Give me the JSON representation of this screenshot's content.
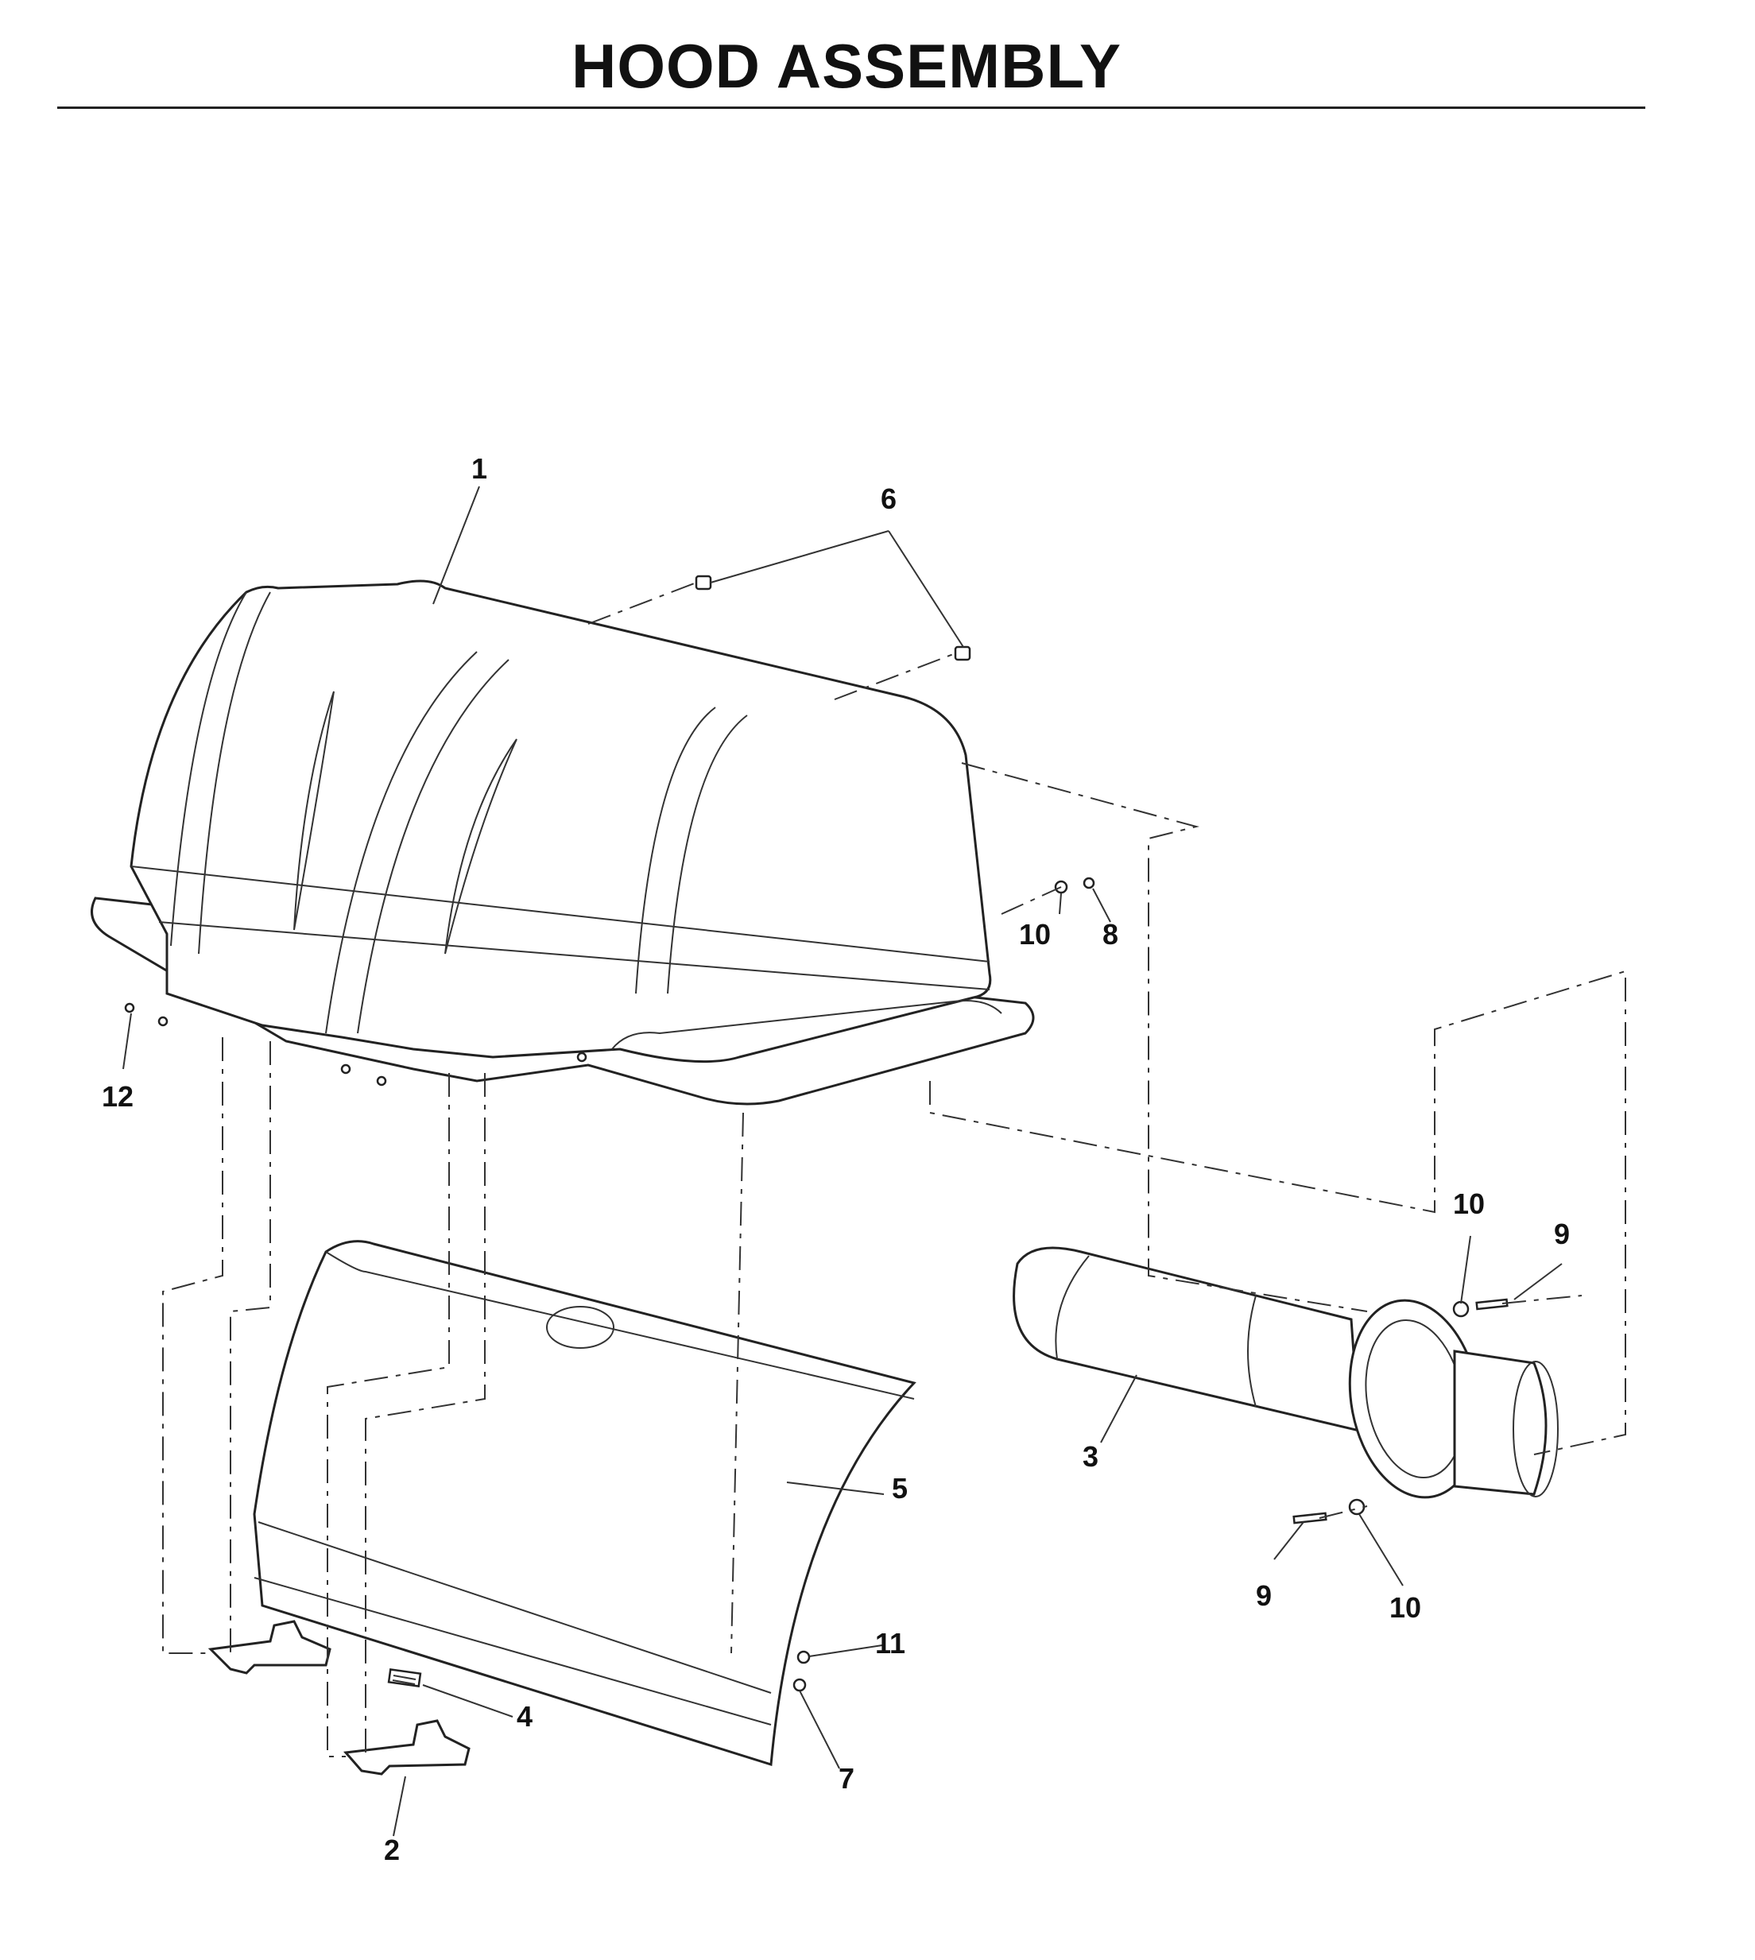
{
  "title": "HOOD ASSEMBLY",
  "callouts": {
    "c1": "1",
    "c2": "2",
    "c3": "3",
    "c4": "4",
    "c5": "5",
    "c6": "6",
    "c7": "7",
    "c8": "8",
    "c9a": "9",
    "c9b": "9",
    "c10a": "10",
    "c10b": "10",
    "c10c": "10",
    "c11": "11",
    "c12": "12"
  }
}
